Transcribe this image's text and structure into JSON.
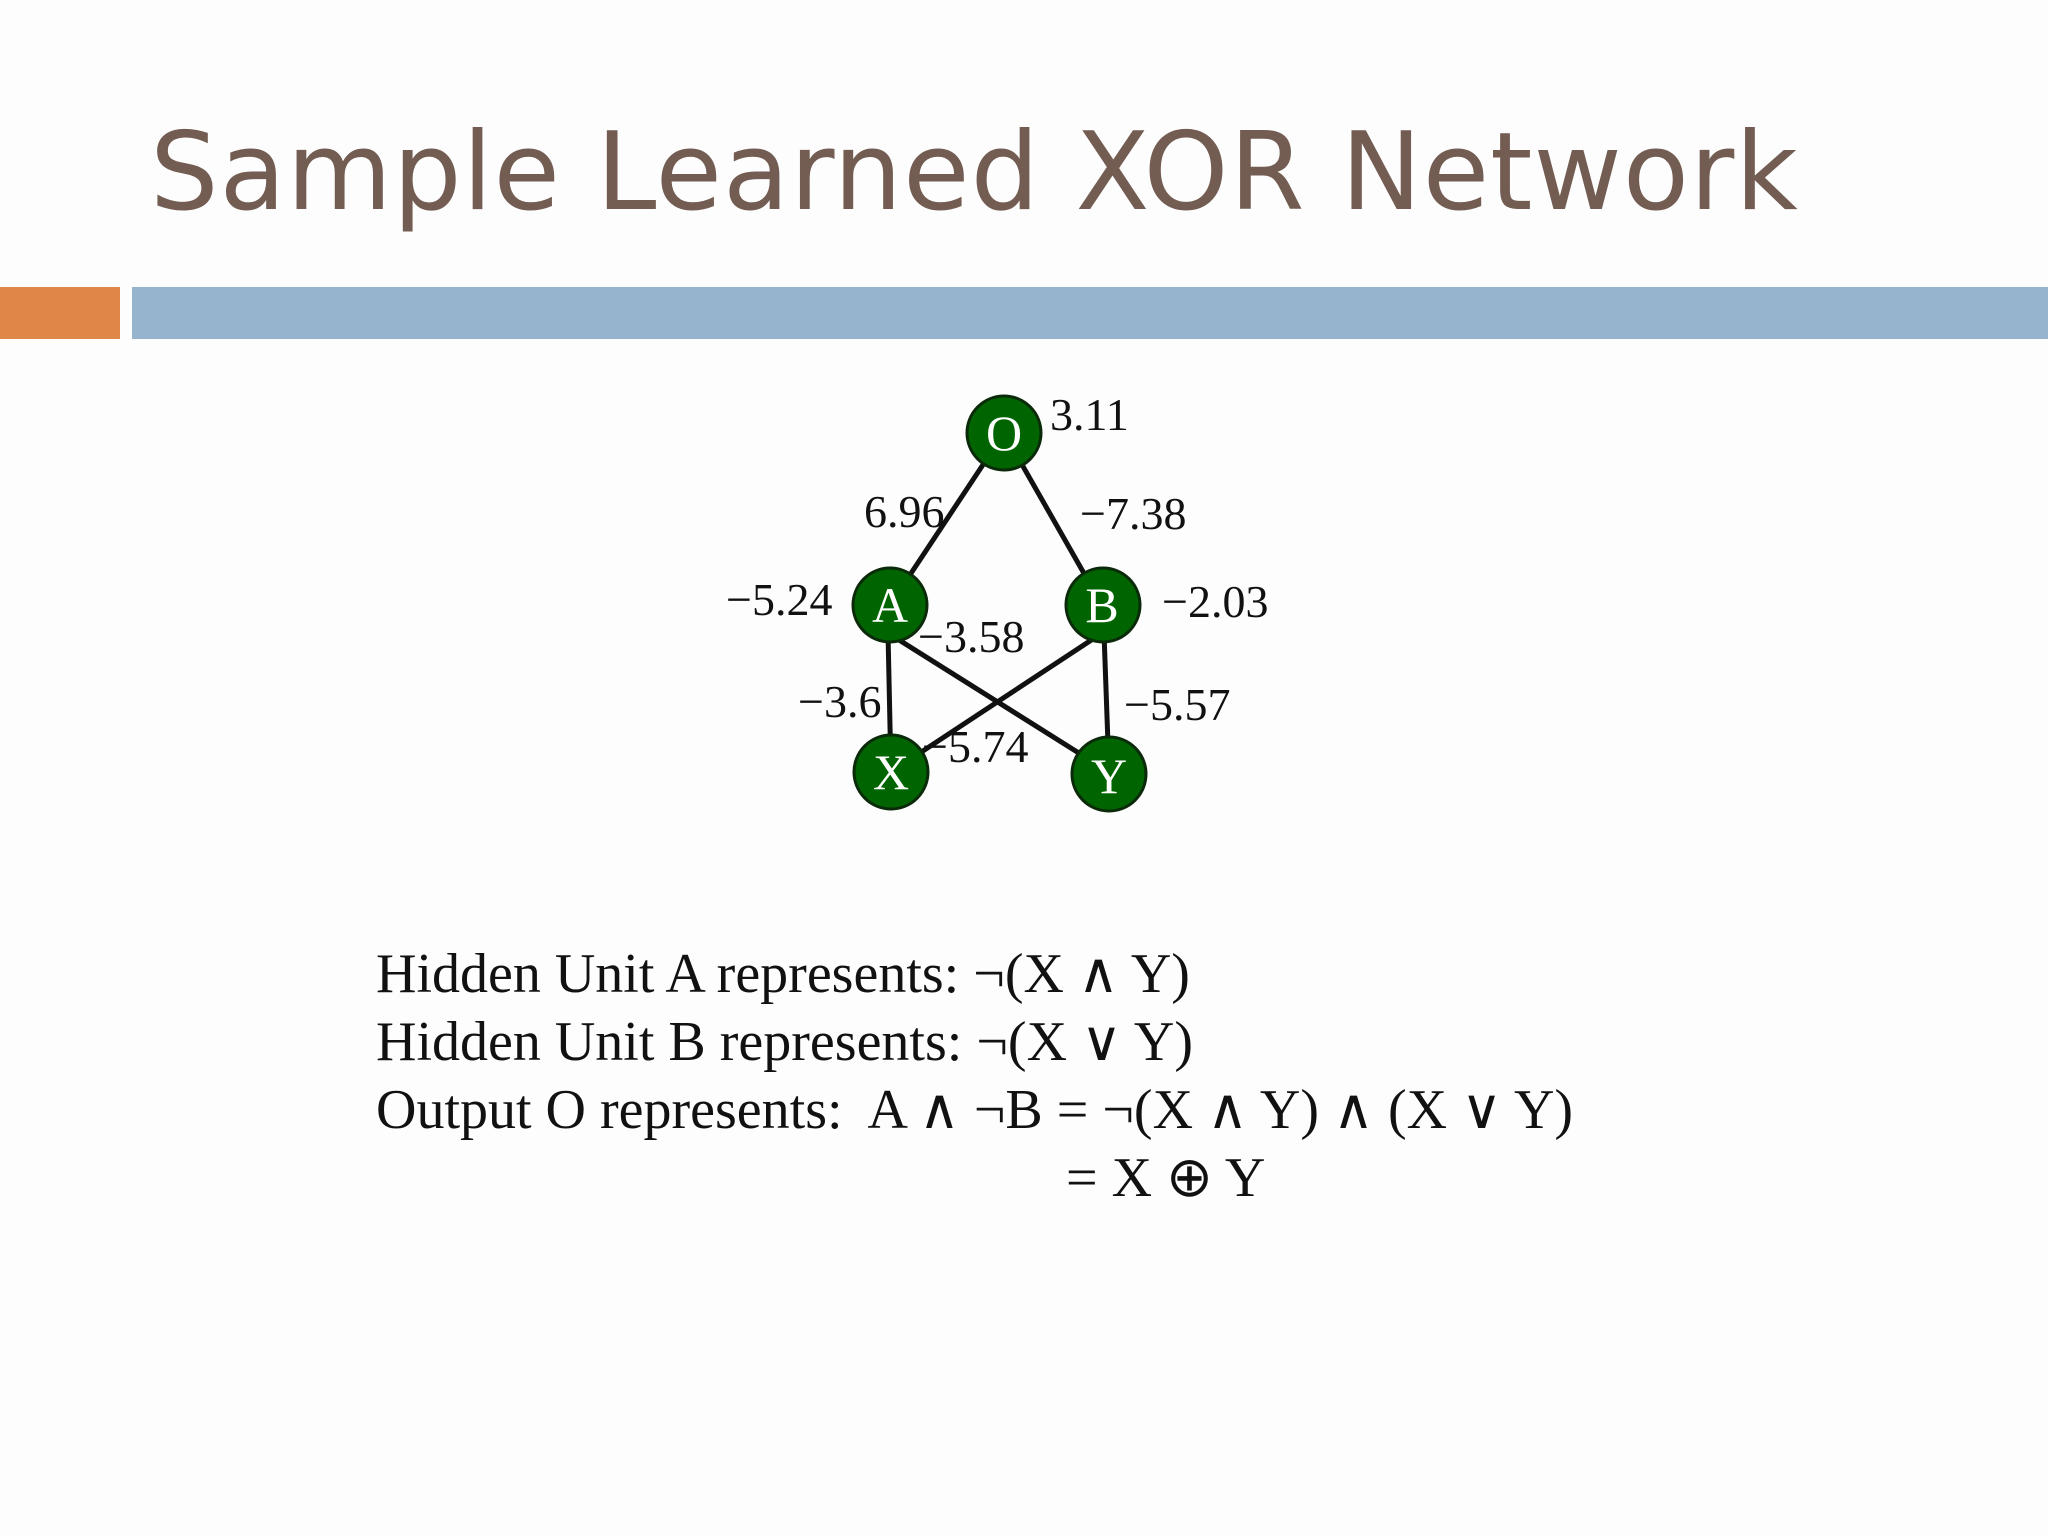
{
  "slide": {
    "title": "Sample Learned XOR Network",
    "accent_colors": {
      "orange": "#de8748",
      "blue": "#96b4cd"
    }
  },
  "network": {
    "node_fill": "#006400",
    "node_stroke": "#0a2a0a",
    "edge_color": "#111111",
    "nodes": {
      "O": {
        "label": "O",
        "bias": "3.11"
      },
      "A": {
        "label": "A",
        "bias": "−5.24"
      },
      "B": {
        "label": "B",
        "bias": "−2.03"
      },
      "X": {
        "label": "X"
      },
      "Y": {
        "label": "Y"
      }
    },
    "weights": {
      "A_O": "6.96",
      "B_O": "−7.38",
      "A_Y": "−3.58",
      "A_X": "−3.6",
      "B_Y": "−5.57",
      "B_X": "−5.74"
    }
  },
  "explanation": {
    "line1": "Hidden Unit A represents: ¬(X ∧ Y)",
    "line2": "Hidden Unit B represents: ¬(X ∨ Y)",
    "line3": "Output O represents:  A ∧ ¬B = ¬(X ∧ Y) ∧ (X ∨ Y)",
    "line4": "= X ⊕ Y"
  }
}
